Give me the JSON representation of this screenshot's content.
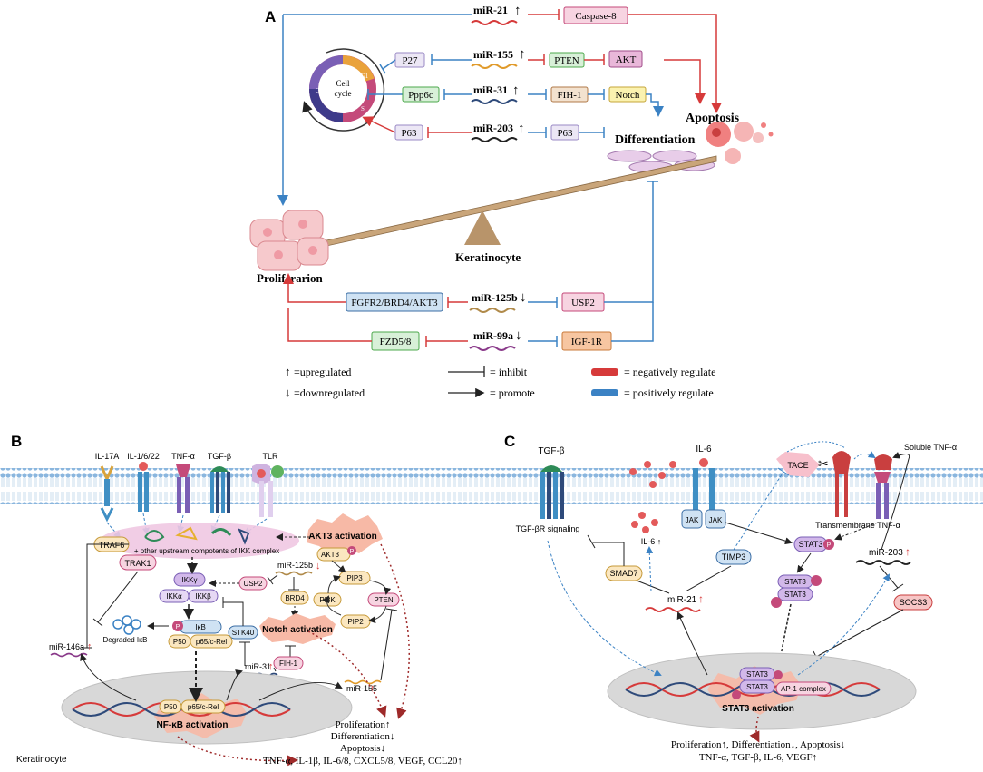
{
  "panel_a": {
    "label": "A",
    "mirnas": {
      "mir21": "miR-21",
      "mir155": "miR-155",
      "mir31": "miR-31",
      "mir203": "miR-203",
      "mir125b": "miR-125b",
      "mir99a": "miR-99a"
    },
    "targets": {
      "caspase8": "Caspase-8",
      "p27": "P27",
      "pten": "PTEN",
      "akt": "AKT",
      "ppp6c": "Ppp6c",
      "fih1": "FIH-1",
      "notch": "Notch",
      "p63_left": "P63",
      "p63_right": "P63",
      "fgfr2": "FGFR2/BRD4/AKT3",
      "usp2": "USP2",
      "fzd": "FZD5/8",
      "igf1r": "IGF-1R"
    },
    "cell_cycle": {
      "line1": "Cell",
      "line2": "cycle",
      "m": "M",
      "g1": "G1",
      "g2": "G2",
      "s": "S"
    },
    "apoptosis": "Apoptosis",
    "differentiation": "Differentiation",
    "keratinocyte": "Keratinocyte",
    "proliferation": "Proliferarion",
    "legend": {
      "up": "=upregulated",
      "down": "=downregulated",
      "inhibit": "= inhibit",
      "promote": "= promote",
      "neg": "= negatively regulate",
      "pos": "= positively regulate"
    },
    "colors": {
      "neg": "#d63a3a",
      "pos": "#3b82c4"
    }
  },
  "panel_b": {
    "label": "B",
    "receptors": {
      "il17a": "IL-17A",
      "il1": "IL-1/6/22",
      "tnfa": "TNF-α",
      "tgfb": "TGF-β",
      "tlr": "TLR"
    },
    "traf6": "TRAF6",
    "trak1": "TRAK1",
    "ikk_complex": "+ other upstream compotents of IKK complex",
    "akt3_activation": "AKT3 activation",
    "akt3": "AKT3",
    "p": "P",
    "pip3": "PIP3",
    "pi3k": "PI3K",
    "pten": "PTEN",
    "pip2": "PIP2",
    "usp2": "USP2",
    "mir125b": "miR-125b",
    "brd4": "BRD4",
    "notch_activation": "Notch activation",
    "fih1": "FIH-1",
    "stk40": "STK40",
    "ikkg": "IKKγ",
    "ikka": "IKKα",
    "ikkb": "IKKβ",
    "ikb": "IκB",
    "p50": "P50",
    "p65": "p65/c-Rel",
    "degraded": "Degraded IκB",
    "mir146a": "miR-146a",
    "mir31": "miR-31",
    "mir155": "miR-155",
    "nfkb_p50": "P50",
    "nfkb_p65": "p65/c-Rel",
    "nfkb_activation": "NF-κB activation",
    "outcome": [
      "Proliferation↑",
      "Differentiation↓",
      "Apoptosis↓",
      "TNF-α, IL-1β, IL-6/8, CXCL5/8, VEGF, CCL20↑"
    ],
    "keratinocyte": "Keratinocyte"
  },
  "panel_c": {
    "label": "C",
    "tgfb": "TGF-β",
    "tgfbr": "TGF-βR signaling",
    "il6": "IL-6",
    "jak": "JAK",
    "il6_up": "IL-6 ↑",
    "tace": "TACE",
    "soluble": "Soluble TNF-α",
    "transmembrane": "Transmembrane  TNF-α",
    "timp3": "TIMP3",
    "smad7": "SMAD7",
    "stat3": "STAT3",
    "mir21": "miR-21",
    "mir203": "miR-203",
    "socs3": "SOCS3",
    "ap1": "AP-1 complex",
    "stat3_activation": "STAT3 activation",
    "outcome": [
      "Proliferation↑, Differentiation↓, Apoptosis↓",
      "TNF-α, TGF-β, IL-6, VEGF↑"
    ]
  }
}
